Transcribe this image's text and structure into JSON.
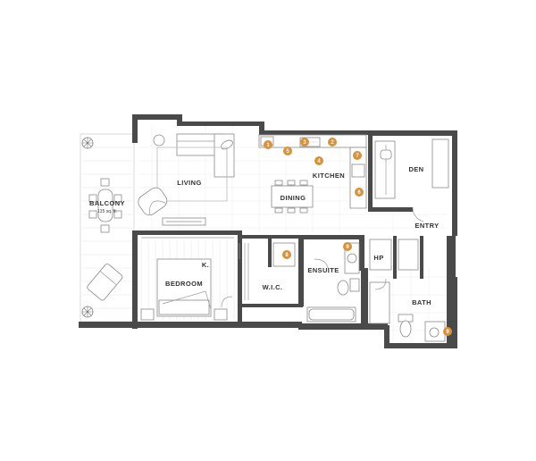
{
  "rooms": {
    "balcony": "BALCONY",
    "balcony_area": "135 sq. ft.",
    "living": "LIVING",
    "dining": "DINING",
    "kitchen": "KITCHEN",
    "den": "DEN",
    "entry": "ENTRY",
    "bedroom": "BEDROOM",
    "bedroom_closet": "K.",
    "wic": "W.I.C.",
    "ensuite": "ENSUITE",
    "hp": "HP",
    "bath": "BATH"
  },
  "badges": {
    "b1": "1",
    "b2": "2",
    "b3": "3",
    "b4": "4",
    "b5": "5",
    "b6": "6",
    "b7": "7",
    "b8": "8",
    "b9a": "9",
    "b9b": "9"
  },
  "colors": {
    "wall": "#4a4a4a",
    "badge": "#d8923a",
    "floor_lines": "#e6e6e6"
  }
}
